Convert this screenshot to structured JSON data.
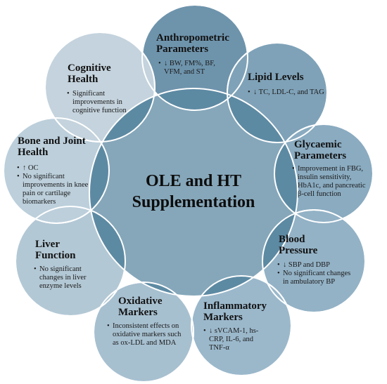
{
  "center_title": "OLE and HT Supplementation",
  "nodes": [
    {
      "id": "anthropometric",
      "color": "#6e94ac",
      "title": "Anthropometric Parameters",
      "items": [
        "↓ BW, FM%, BF, VFM, and ST"
      ]
    },
    {
      "id": "lipid",
      "color": "#7fa2b8",
      "title": "Lipid Levels",
      "items": [
        "↓ TC, LDL-C, and TAG"
      ]
    },
    {
      "id": "glycaemic",
      "color": "#8aabc0",
      "title": "Glycaemic Parameters",
      "items": [
        "Improvement in FBG, insulin sensitivity, HbA1c, and pancreatic β-cell function"
      ]
    },
    {
      "id": "blood-pressure",
      "color": "#93b2c6",
      "title": "Blood Pressure",
      "items": [
        "↓ SBP and DBP",
        "No significant changes in ambulatory BP"
      ]
    },
    {
      "id": "inflammatory",
      "color": "#9bb8cb",
      "title": "Inflammatory Markers",
      "items": [
        "↓ sVCAM-1, hs-CRP, IL-6, and TNF-α"
      ]
    },
    {
      "id": "oxidative",
      "color": "#a7c0d0",
      "title": "Oxidative Markers",
      "items": [
        "Inconsistent effects on oxidative markers such as ox-LDL and MDA"
      ]
    },
    {
      "id": "liver",
      "color": "#b3c8d5",
      "title": "Liver Function",
      "items": [
        "No significant changes in liver enzyme levels"
      ]
    },
    {
      "id": "bone",
      "color": "#bccfdb",
      "title": "Bone and Joint Health",
      "items": [
        "↑ OC",
        "No significant improvements in knee pain or cartilage biomarkers"
      ]
    },
    {
      "id": "cognitive",
      "color": "#c4d3dd",
      "title": "Cognitive Health",
      "items": [
        "Significant improvements in cognitive function"
      ]
    }
  ],
  "colors": {
    "center": "#7198ae",
    "overlap": "#5d8aa3",
    "stroke": "#ffffff"
  }
}
